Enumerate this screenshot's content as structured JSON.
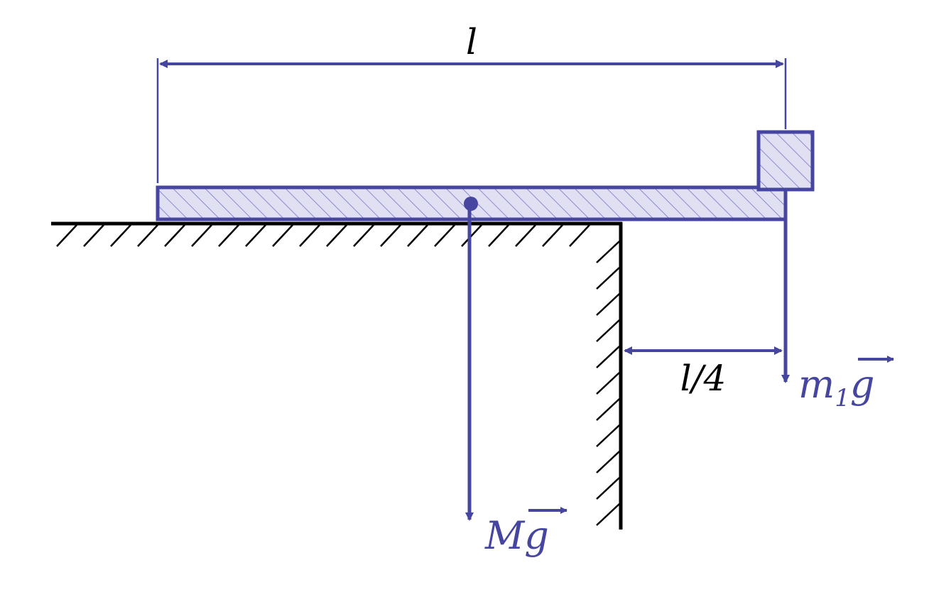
{
  "labels": {
    "length": "l",
    "overhang": "l/4",
    "rod_weight_main": "M",
    "rod_weight_vec": "g",
    "block_weight_main": "m",
    "block_weight_sub": "1",
    "block_weight_vec": "g"
  },
  "colors": {
    "accent": "#4646a0",
    "hatch_fill": "#e0e0f2",
    "hatch_line": "#8a8ad0",
    "ground": "#000000"
  }
}
